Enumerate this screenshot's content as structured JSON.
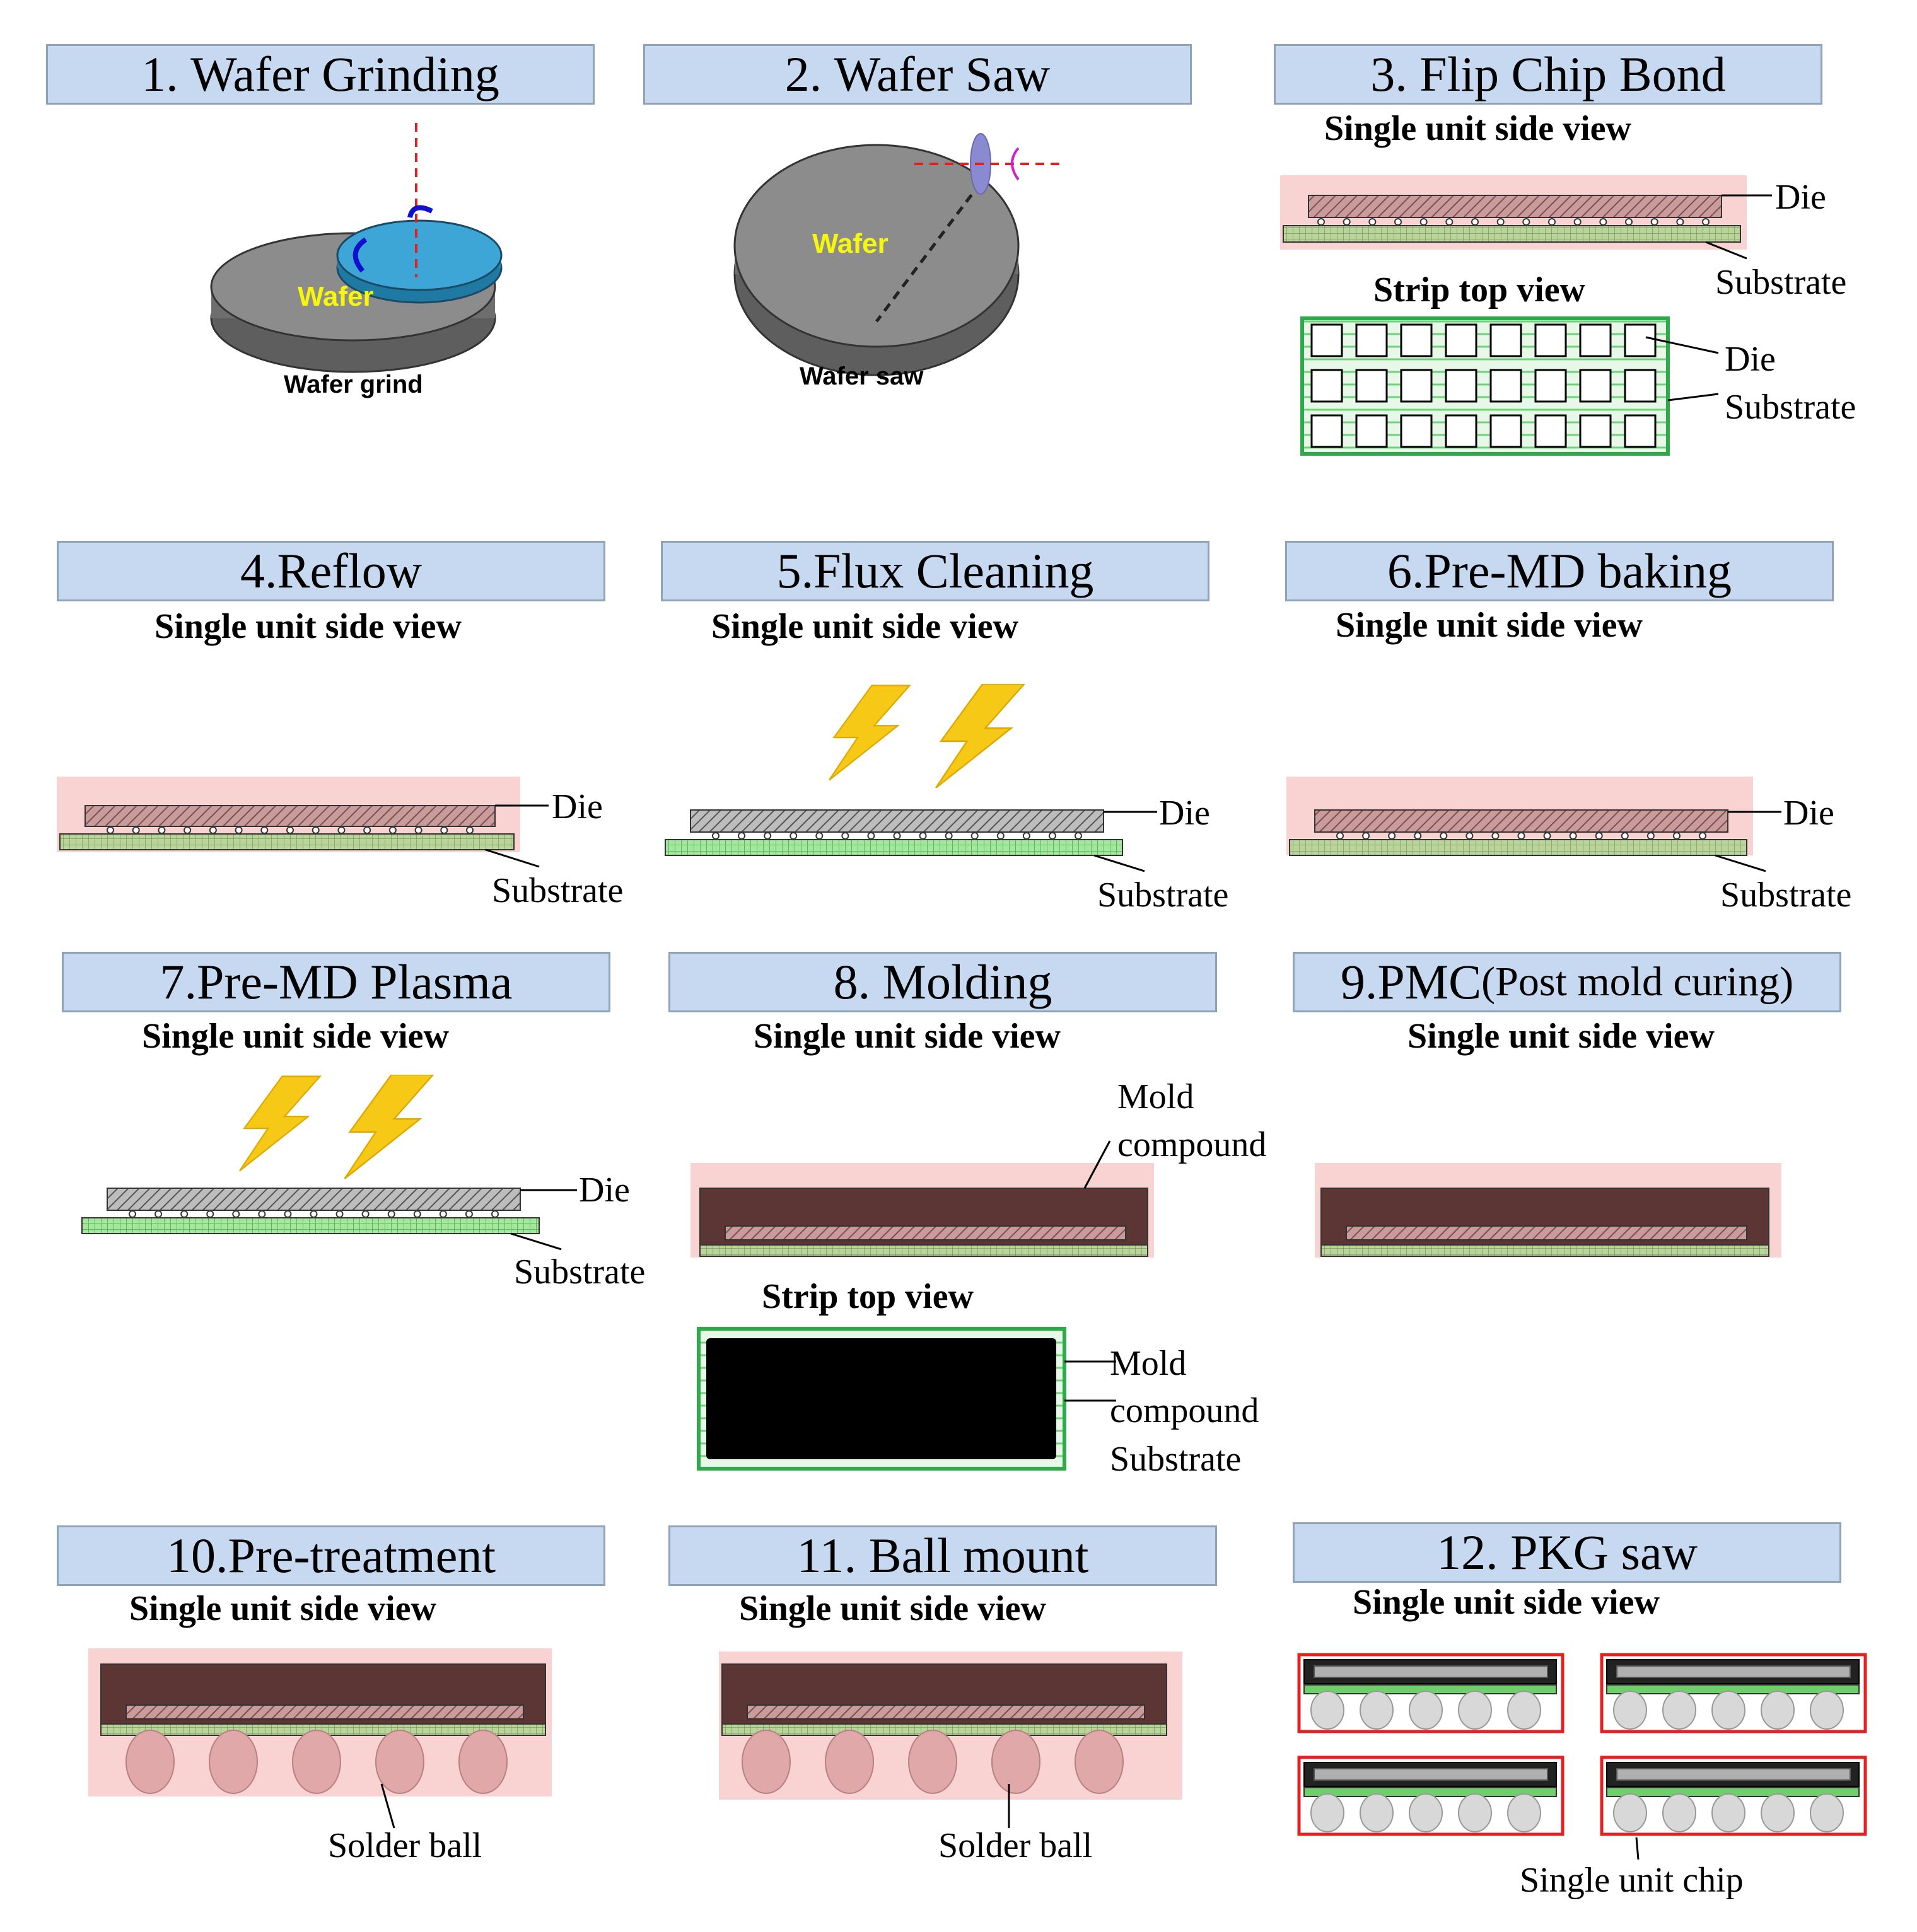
{
  "steps": [
    {
      "number": "1.",
      "title": "Wafer Grinding"
    },
    {
      "number": "2.",
      "title": "Wafer Saw"
    },
    {
      "number": "3.",
      "title": "Flip Chip Bond"
    },
    {
      "number": "4.",
      "title": "Reflow"
    },
    {
      "number": "5.",
      "title": "Flux Cleaning"
    },
    {
      "number": "6.",
      "title": "Pre-MD baking"
    },
    {
      "number": "7.",
      "title": "Pre-MD Plasma"
    },
    {
      "number": "8.",
      "title": "Molding"
    },
    {
      "number": "9.",
      "title": "PMC",
      "title_suffix": "(Post mold curing)"
    },
    {
      "number": "10.",
      "title": "Pre-treatment"
    },
    {
      "number": "11.",
      "title": "Ball mount"
    },
    {
      "number": "12.",
      "title": "PKG saw"
    }
  ],
  "labels": {
    "single_unit_side_view": "Single unit side view",
    "strip_top_view": "Strip top view",
    "die": "Die",
    "substrate": "Substrate",
    "wafer": "Wafer",
    "wafer_grind": "Wafer grind",
    "wafer_saw": "Wafer saw",
    "mold": "Mold",
    "compound": "compound",
    "solder_ball": "Solder ball",
    "single_unit_chip": "Single unit chip"
  },
  "colors": {
    "header_fill": "#c6d9f1",
    "highlight_pink": "#f9d2d2",
    "mold_brown": "#5c3535",
    "substrate_green": "#bad59c",
    "strip_green": "#2eaa4a",
    "wafer_gray": "#8c8c8c",
    "wafer_blue": "#2e9fd0",
    "lightning_yellow": "#f6c916",
    "red_frame": "#e62020"
  }
}
